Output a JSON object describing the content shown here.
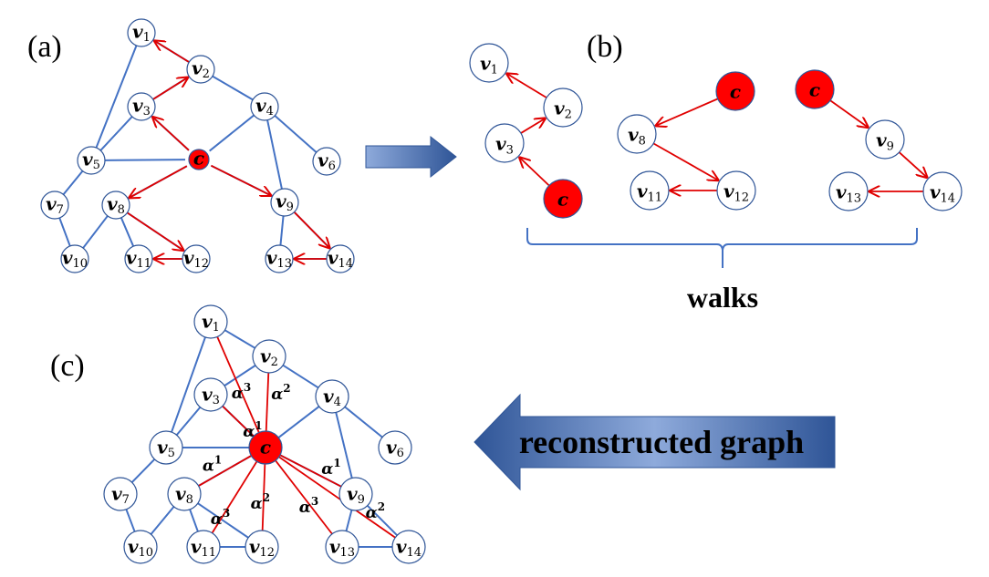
{
  "panels": {
    "a": "(a)",
    "b": "(b)",
    "c": "(c)"
  },
  "walks_label": "walks",
  "reconstructed_label": "reconstructed graph",
  "center_label": "c",
  "node_var": "v",
  "alpha_symbol": "α",
  "colors": {
    "edge": "#4472c4",
    "walk_edge": "#e00000",
    "center_fill": "#ff0000",
    "node_stroke": "#2f5597",
    "arrow_gradient_light": "#8eaadb",
    "arrow_gradient_dark": "#2f5597"
  },
  "graph": {
    "nodes": [
      "1",
      "2",
      "3",
      "4",
      "5",
      "6",
      "7",
      "8",
      "9",
      "10",
      "11",
      "12",
      "13",
      "14"
    ],
    "edges": [
      [
        "1",
        "5"
      ],
      [
        "1",
        "2"
      ],
      [
        "2",
        "3"
      ],
      [
        "2",
        "4"
      ],
      [
        "3",
        "5"
      ],
      [
        "3",
        "c"
      ],
      [
        "4",
        "c"
      ],
      [
        "4",
        "6"
      ],
      [
        "4",
        "9"
      ],
      [
        "5",
        "c"
      ],
      [
        "5",
        "7"
      ],
      [
        "7",
        "10"
      ],
      [
        "8",
        "10"
      ],
      [
        "8",
        "11"
      ],
      [
        "8",
        "12"
      ],
      [
        "8",
        "c"
      ],
      [
        "9",
        "c"
      ],
      [
        "9",
        "13"
      ],
      [
        "9",
        "14"
      ],
      [
        "11",
        "12"
      ],
      [
        "13",
        "14"
      ]
    ],
    "walk_arrows": [
      [
        "c",
        "3"
      ],
      [
        "3",
        "2"
      ],
      [
        "2",
        "1"
      ],
      [
        "c",
        "8"
      ],
      [
        "8",
        "12"
      ],
      [
        "12",
        "11"
      ],
      [
        "c",
        "9"
      ],
      [
        "9",
        "14"
      ],
      [
        "14",
        "13"
      ]
    ]
  },
  "walks": [
    {
      "sequence": [
        "c",
        "3",
        "2",
        "1"
      ]
    },
    {
      "sequence": [
        "c",
        "8",
        "12",
        "11"
      ]
    },
    {
      "sequence": [
        "c",
        "9",
        "14",
        "13"
      ]
    }
  ],
  "reconstructed_weights": [
    {
      "target": "1",
      "power": "3"
    },
    {
      "target": "2",
      "power": "2"
    },
    {
      "target": "3",
      "power": "1"
    },
    {
      "target": "8",
      "power": "1"
    },
    {
      "target": "11",
      "power": "3"
    },
    {
      "target": "12",
      "power": "2"
    },
    {
      "target": "9",
      "power": "1"
    },
    {
      "target": "13",
      "power": "3"
    },
    {
      "target": "14",
      "power": "2"
    }
  ]
}
